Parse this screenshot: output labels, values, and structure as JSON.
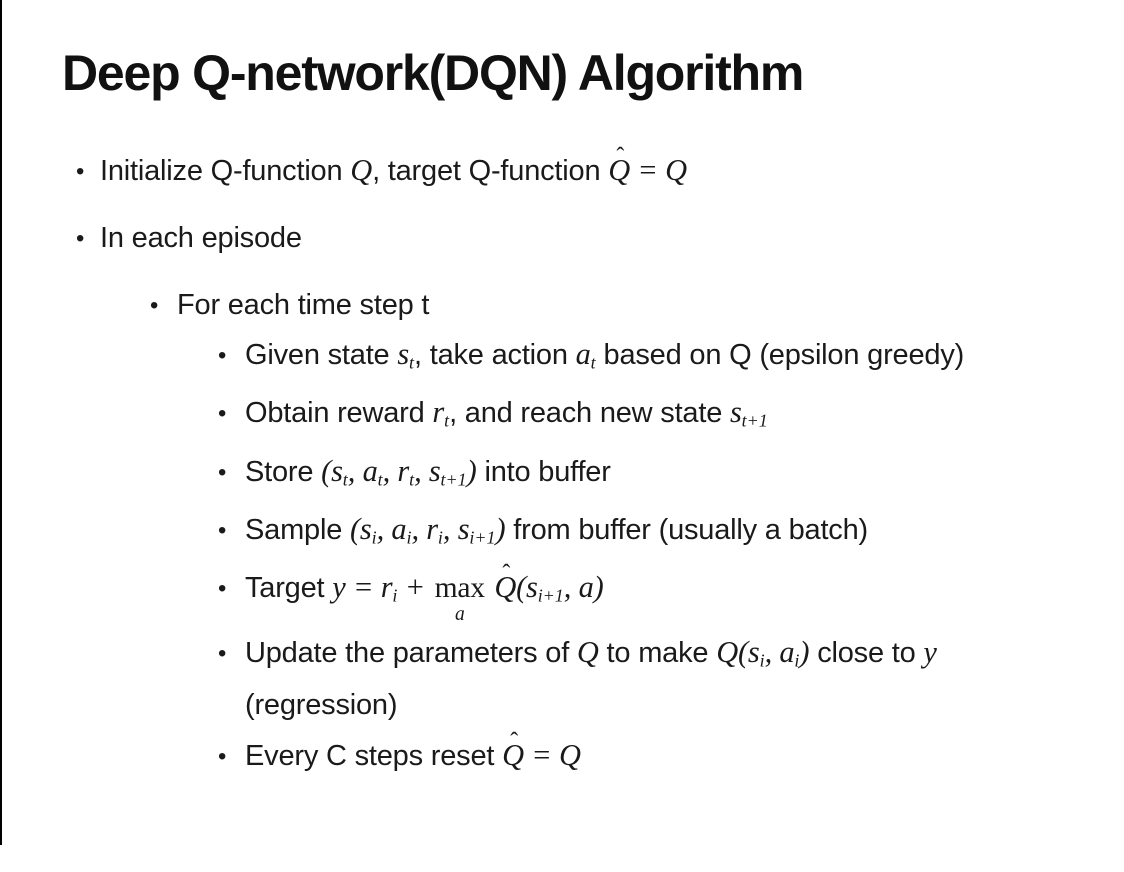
{
  "colors": {
    "background": "#ffffff",
    "text": "#1a1a1a",
    "border_line": "#000000"
  },
  "slide": {
    "title": "Deep Q-network(DQN) Algorithm",
    "bullet_char": "•",
    "bullets": [
      {
        "level": 1,
        "segments": [
          {
            "t": "Initialize Q-function "
          },
          {
            "m": "Q"
          },
          {
            "t": ", target Q-function "
          },
          {
            "h": "Q"
          },
          {
            "m": " = Q"
          }
        ]
      },
      {
        "level": 1,
        "segments": [
          {
            "t": "In each episode"
          }
        ]
      },
      {
        "level": 2,
        "segments": [
          {
            "t": "For each time step t"
          }
        ]
      },
      {
        "level": 3,
        "segments": [
          {
            "t": "Given state "
          },
          {
            "m": "s"
          },
          {
            "s": "t"
          },
          {
            "t": ", take action "
          },
          {
            "m": "a"
          },
          {
            "s": "t"
          },
          {
            "t": " based on Q (epsilon greedy)"
          }
        ]
      },
      {
        "level": 3,
        "segments": [
          {
            "t": "Obtain reward "
          },
          {
            "m": "r"
          },
          {
            "s": "t"
          },
          {
            "t": ", and reach new state "
          },
          {
            "m": "s"
          },
          {
            "s": "t+1"
          }
        ]
      },
      {
        "level": 3,
        "segments": [
          {
            "t": "Store "
          },
          {
            "m": "(s"
          },
          {
            "s": "t"
          },
          {
            "m": ", a"
          },
          {
            "s": "t"
          },
          {
            "m": ", r"
          },
          {
            "s": "t"
          },
          {
            "m": ", s"
          },
          {
            "s": "t+1"
          },
          {
            "m": ")"
          },
          {
            "t": " into buffer"
          }
        ]
      },
      {
        "level": 3,
        "segments": [
          {
            "t": "Sample "
          },
          {
            "m": "(s"
          },
          {
            "s": "i"
          },
          {
            "m": ", a"
          },
          {
            "s": "i"
          },
          {
            "m": ", r"
          },
          {
            "s": "i"
          },
          {
            "m": ", s"
          },
          {
            "s": "i+1"
          },
          {
            "m": ")"
          },
          {
            "t": " from buffer (usually a batch)"
          }
        ]
      },
      {
        "level": 3,
        "segments": [
          {
            "t": "Target "
          },
          {
            "m": "y = r"
          },
          {
            "s": "i"
          },
          {
            "m": " + "
          },
          {
            "u": {
              "base": "max",
              "under": "a"
            }
          },
          {
            "m": " "
          },
          {
            "h": "Q"
          },
          {
            "m": "(s"
          },
          {
            "s": "i+1"
          },
          {
            "m": ", a)"
          }
        ]
      },
      {
        "level": 3,
        "segments": [
          {
            "t": "Update the parameters of "
          },
          {
            "m": "Q"
          },
          {
            "t": " to make "
          },
          {
            "m": "Q(s"
          },
          {
            "s": "i"
          },
          {
            "m": ", a"
          },
          {
            "s": "i"
          },
          {
            "m": ")"
          },
          {
            "t": " close to "
          },
          {
            "m": "y"
          },
          {
            "t": " (regression)"
          }
        ]
      },
      {
        "level": 3,
        "segments": [
          {
            "t": "Every C steps reset "
          },
          {
            "h": "Q"
          },
          {
            "m": " = Q"
          }
        ]
      }
    ]
  }
}
